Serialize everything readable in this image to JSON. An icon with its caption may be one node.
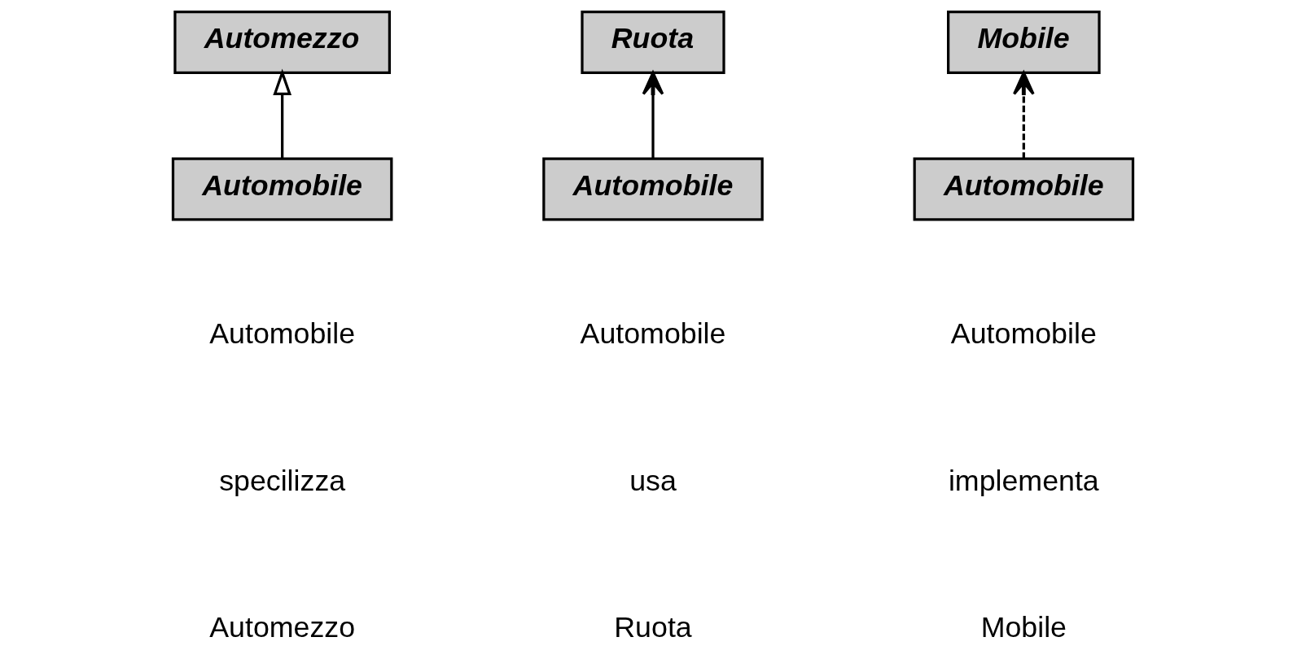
{
  "diagram": {
    "nodes": [
      {
        "text": [
          "Automezzo"
        ]
      },
      {
        "text": [
          "Ruota"
        ]
      },
      {
        "text": [
          "Mobile"
        ]
      },
      {
        "text": [
          "Automobile"
        ]
      },
      {
        "text": [
          "Automobile"
        ]
      },
      {
        "text": [
          "Automobile"
        ]
      }
    ],
    "edges": [
      {
        "from": 3,
        "to": 0,
        "arrow": "to"
      },
      {
        "from": 4,
        "to": 1,
        "arrow": "to"
      },
      {
        "from": 5,
        "to": 2,
        "arrow": "to",
        "style": "dashed"
      }
    ],
    "labels": [
      "Automobile",
      "Automobile",
      "Automobile",
      "specilizza",
      "usa",
      "implementa",
      "Automezzo",
      "Ruota",
      "Mobile"
    ]
  }
}
